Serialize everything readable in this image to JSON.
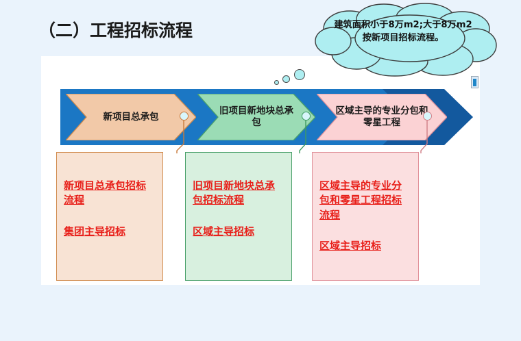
{
  "slide": {
    "title": "（二）工程招标流程"
  },
  "callout": {
    "name": "thought-cloud",
    "text": "建筑面积小于8万m2;大于8万m2按新项目招标流程。",
    "fill_color": "#aeeef1",
    "stroke_color": "#3d3d3d"
  },
  "banner": {
    "arrow_color": "#13599e",
    "bar_color": "#1b77c4"
  },
  "chevrons": [
    {
      "id": "chev-1",
      "label": "新项目总承包",
      "fill_color": "#f2c9a8",
      "stroke_color": "#d08a4c"
    },
    {
      "id": "chev-2",
      "label": "旧项目新地块总承包",
      "fill_color": "#9bdcb5",
      "stroke_color": "#4aa06a"
    },
    {
      "id": "chev-3",
      "label": "区域主导的专业分包和零星工程",
      "fill_color": "#fbd2d4",
      "stroke_color": "#e0919a"
    }
  ],
  "boxes": [
    {
      "id": "box-1",
      "process_label": "新项目总承包招标流程",
      "owner_label": "集团主导招标",
      "fill_color": "#f8e3d4",
      "border_color": "#d08a4c",
      "text_color": "#e8201a"
    },
    {
      "id": "box-2",
      "process_label": "旧项目新地块总承包招标流程",
      "owner_label": "区域主导招标",
      "fill_color": "#d8f0df",
      "border_color": "#4aa06a",
      "text_color": "#e8201a"
    },
    {
      "id": "box-3",
      "process_label": "区域主导的专业分包和零星工程招标流程",
      "owner_label": "区域主导招标",
      "fill_color": "#fbdfe0",
      "border_color": "#e0919a",
      "text_color": "#e8201a"
    }
  ],
  "edge_handle": {
    "name": "resize-handle-icon",
    "color": "#1f86c8"
  },
  "canvas": {
    "background_color": "#eaf3fc",
    "panel_color": "#ffffff"
  }
}
